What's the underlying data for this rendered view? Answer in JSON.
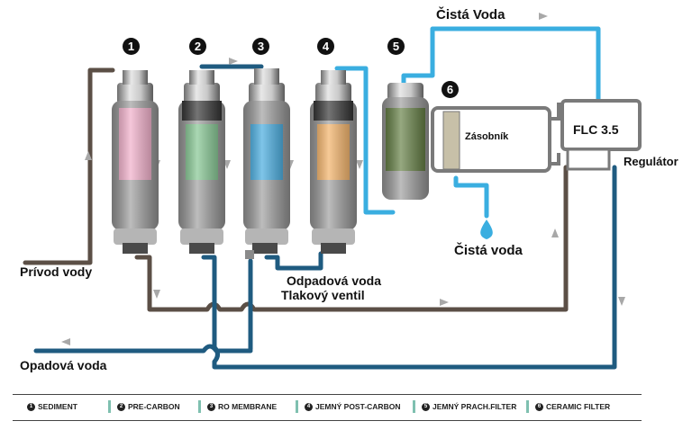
{
  "labels": {
    "cista_voda_top": "Čistá Voda",
    "cista_voda_bottom": "Čistá voda",
    "zasobnik": "Zásobník",
    "flc": "FLC 3.5",
    "regulator": "Regulátor",
    "privod": "Prívod vody",
    "odpadova": "Odpadová voda",
    "tlakovy": "Tlakový ventil",
    "opadova": "Opadová voda"
  },
  "stage_numbers": [
    "1",
    "2",
    "3",
    "4",
    "5",
    "6"
  ],
  "legend": [
    {
      "num": "1",
      "label": "SEDIMENT"
    },
    {
      "num": "2",
      "label": "PRE-CARBON"
    },
    {
      "num": "3",
      "label": "RO MEMBRANE"
    },
    {
      "num": "4",
      "label": "JEMNÝ POST-CARBON"
    },
    {
      "num": "5",
      "label": "JEMNÝ PRACH.FILTER"
    },
    {
      "num": "6",
      "label": "CERAMIC FILTER"
    }
  ],
  "colors": {
    "pipe_brown": "#5b4f46",
    "pipe_blue_light": "#3aaee0",
    "pipe_blue_dark": "#1f5b80",
    "filter_pink": "#f0a9c6",
    "filter_green": "#7cc28a",
    "filter_blue": "#3aa6dd",
    "filter_orange": "#f2ad5e",
    "filter_olive": "#5e7a3c",
    "arrow_gray": "#a8a8a8"
  }
}
